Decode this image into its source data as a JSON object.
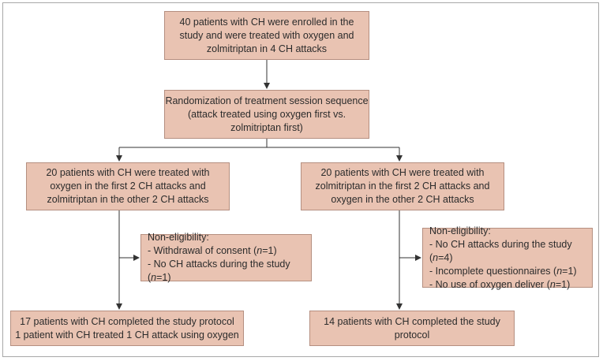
{
  "nodes": {
    "enrolled": "40 patients with CH were enrolled in the\nstudy and were treated with oxygen and\nzolmitriptan in 4 CH attacks",
    "randomization": "Randomization of treatment session sequence\n(attack treated using oxygen first vs.\nzolmitriptan first)",
    "group_left": "20 patients with CH were treated with\noxygen in the first 2 CH attacks and\nzolmitriptan in the other 2 CH attacks",
    "group_right": "20 patients with CH were treated with\nzolmitriptan in the first 2 CH attacks and\noxygen in the other 2 CH attacks",
    "result_left": "17 patients with CH completed the study protocol\n1 patient with CH treated 1 CH attack using oxygen",
    "result_right": "14 patients with CH completed the study protocol"
  },
  "exclusion_left": {
    "title": "Non-eligibility:",
    "items": [
      {
        "text": "- Withdrawal of consent (",
        "n": "n",
        "value": "=1)"
      },
      {
        "text": "- No CH attacks during the study (",
        "n": "n",
        "value": "=1)"
      }
    ]
  },
  "exclusion_right": {
    "title": "Non-eligibility:",
    "items": [
      {
        "text": "- No CH attacks during the study (",
        "n": "n",
        "value": "=4)"
      },
      {
        "text": "- Incomplete questionnaires (",
        "n": "n",
        "value": "=1)"
      },
      {
        "text": "- No use of oxygen deliver (",
        "n": "n",
        "value": "=1)"
      }
    ]
  },
  "colors": {
    "box_fill": "#e9c3b2",
    "box_border": "#b58f80",
    "line": "#333333"
  }
}
